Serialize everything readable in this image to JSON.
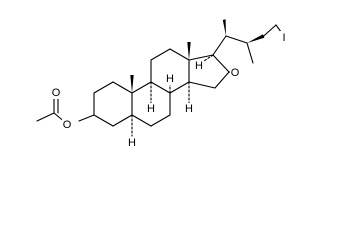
{
  "figure": {
    "type": "chemical-structure",
    "atom_labels": {
      "iodine": "I",
      "ring_oxygen": "O",
      "acetate_ether_oxygen": "O",
      "carbonyl_oxygen": "O",
      "h_c5": "H",
      "h_c8": "H",
      "h_c9": "H",
      "h_c14": "H",
      "h_c17": "H"
    }
  }
}
